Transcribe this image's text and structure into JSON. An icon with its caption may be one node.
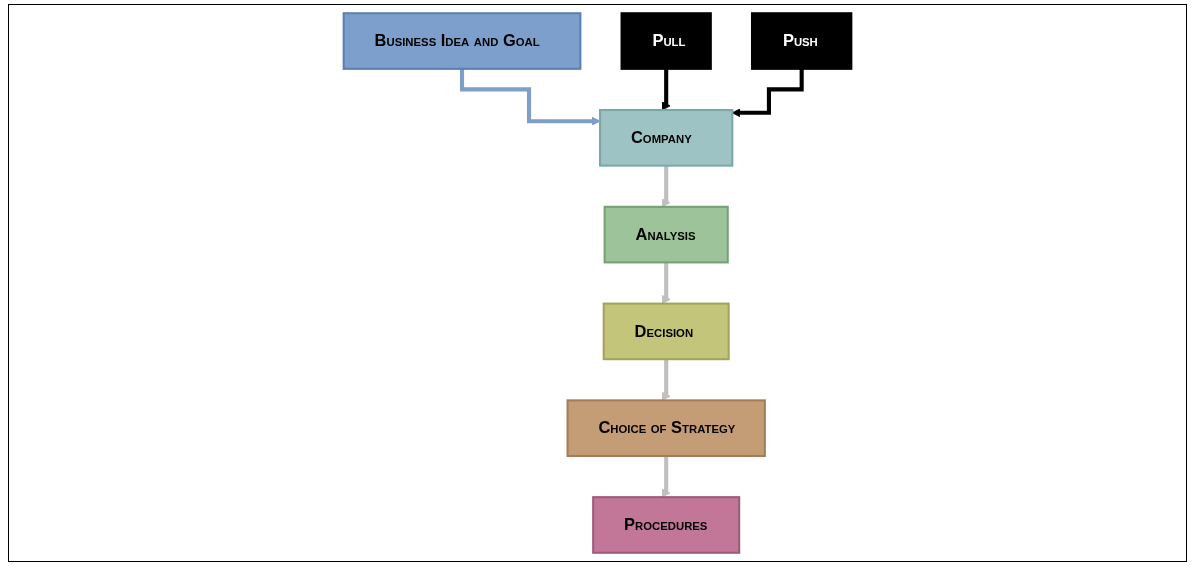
{
  "diagram": {
    "nodes": [
      {
        "text": [
          "Business Idea and Goal"
        ]
      },
      {
        "text": [
          "Pull"
        ]
      },
      {
        "text": [
          "Company"
        ]
      },
      {
        "text": [
          "Push"
        ]
      },
      {
        "text": [
          "Analysis"
        ]
      },
      {
        "text": [
          "Decision"
        ]
      },
      {
        "text": [
          "Choice of Strategy"
        ]
      },
      {
        "text": [
          "Procedures"
        ]
      }
    ],
    "edges": [
      {
        "from": 0,
        "to": 2,
        "arrow": "to",
        "color": "#7f9fc9"
      },
      {
        "from": 1,
        "to": 2,
        "arrow": "to",
        "color": "#000000"
      },
      {
        "from": 3,
        "to": 2,
        "arrow": "to",
        "color": "#000000"
      },
      {
        "from": 2,
        "to": 4,
        "arrow": "to"
      },
      {
        "from": 4,
        "to": 5,
        "arrow": "to"
      },
      {
        "from": 5,
        "to": 6,
        "arrow": "to"
      },
      {
        "from": 6,
        "to": 7,
        "arrow": "to"
      }
    ]
  }
}
